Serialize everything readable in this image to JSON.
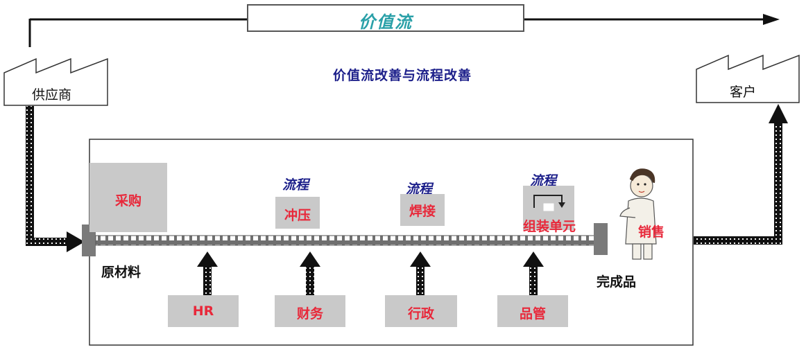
{
  "header": {
    "value_stream_title": "价值流",
    "subtitle": "价值流改善与流程改善"
  },
  "supplier": {
    "label": "供应商"
  },
  "customer": {
    "label": "客户"
  },
  "line": {
    "start_label": "原材料",
    "end_label": "完成品"
  },
  "processes": [
    {
      "flow_label": "",
      "name": "采购"
    },
    {
      "flow_label": "流程",
      "name": "冲压"
    },
    {
      "flow_label": "流程",
      "name": "焊接"
    },
    {
      "flow_label": "流程",
      "name": "组装单元"
    }
  ],
  "sales": {
    "label": "销售"
  },
  "support_functions": [
    "HR",
    "财务",
    "行政",
    "品管"
  ],
  "colors": {
    "title_teal": "#2aa0a8",
    "subtitle_navy": "#1c1f8a",
    "process_red": "#e8283a",
    "box_gray": "#c9c9c9"
  }
}
